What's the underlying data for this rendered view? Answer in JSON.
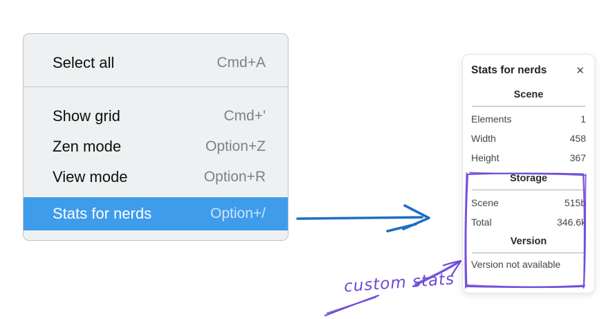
{
  "menu": {
    "items": [
      {
        "label": "Select all",
        "shortcut": "Cmd+A"
      },
      {
        "label": "Show grid",
        "shortcut": "Cmd+'"
      },
      {
        "label": "Zen mode",
        "shortcut": "Option+Z"
      },
      {
        "label": "View mode",
        "shortcut": "Option+R"
      },
      {
        "label": "Stats for nerds",
        "shortcut": "Option+/",
        "selected": true
      }
    ]
  },
  "panel": {
    "title": "Stats for nerds",
    "sections": [
      {
        "header": "Scene",
        "rows": [
          {
            "label": "Elements",
            "value": "1"
          },
          {
            "label": "Width",
            "value": "458"
          },
          {
            "label": "Height",
            "value": "367"
          }
        ]
      },
      {
        "header": "Storage",
        "rows": [
          {
            "label": "Scene",
            "value": "515b"
          },
          {
            "label": "Total",
            "value": "346.6k"
          }
        ]
      },
      {
        "header": "Version",
        "note": "Version not available"
      }
    ]
  },
  "annotation": {
    "label": "custom stats"
  },
  "icons": {
    "close": "✕"
  },
  "colors": {
    "menu_highlight": "#3f9ceb",
    "menu_background": "#eef0f1",
    "arrow_blue": "#1d6fc2",
    "annotation_purple": "#6d49d8"
  }
}
